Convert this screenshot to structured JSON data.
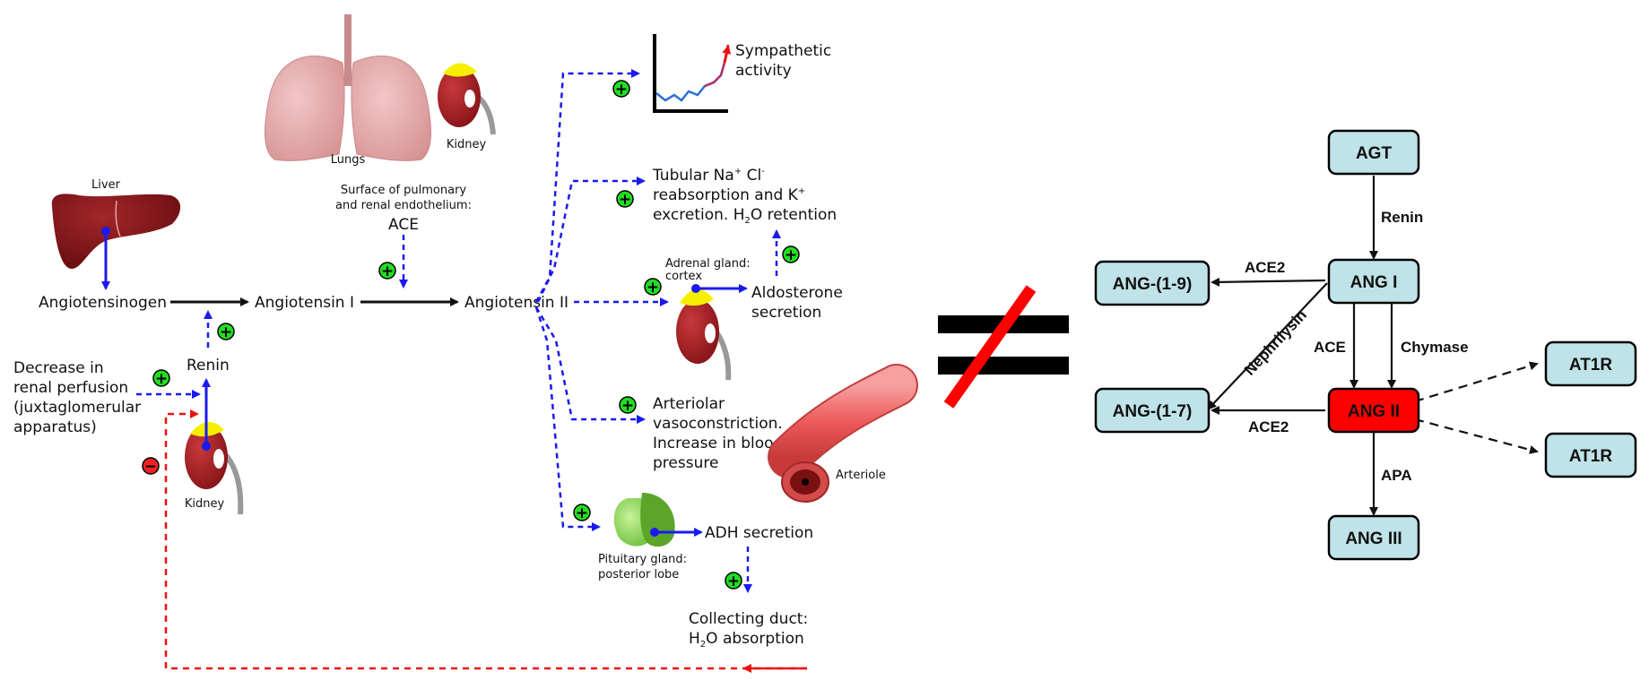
{
  "left": {
    "organs": {
      "liver": "Liver",
      "lungs": "Lungs",
      "kidney_top": "Kidney",
      "kidney_bottom": "Kidney",
      "arteriole": "Arteriole"
    },
    "angiotensinogen": "Angiotensinogen",
    "angiotensin_1": "Angiotensin I",
    "angiotensin_2": "Angiotensin II",
    "ace_note": [
      "Surface of pulmonary",
      "and renal endothelium:"
    ],
    "ace": "ACE",
    "renin": "Renin",
    "decrease": [
      "Decrease in",
      "renal perfusion",
      "(juxtaglomerular",
      "apparatus)"
    ],
    "sympathetic": [
      "Sympathetic",
      "activity"
    ],
    "tubular": {
      "line1": "Tubular Na",
      "line1_sup1": "+",
      "line1_mid": " Cl",
      "line1_sup2": "-",
      "line2": "reabsorption and K",
      "line2_sup": "+",
      "line3a": "excretion. H",
      "line3_sub": "2",
      "line3b": "O retention"
    },
    "adrenal": [
      "Adrenal gland:",
      "cortex"
    ],
    "aldosterone": [
      "Aldosterone",
      "secretion"
    ],
    "arteriolar": [
      "Arteriolar",
      "vasoconstriction.",
      "Increase in blood",
      "pressure"
    ],
    "pituitary": [
      "Pituitary gland:",
      "posterior lobe"
    ],
    "adh": "ADH secretion",
    "collecting": {
      "line1": "Collecting duct:",
      "line2a": "H",
      "line2_sub": "2",
      "line2b": "O absorption"
    },
    "plus_sign": "+",
    "minus_sign": "−"
  },
  "right": {
    "nodes": {
      "agt": "AGT",
      "ang1": "ANG I",
      "ang19": "ANG-(1-9)",
      "ang17": "ANG-(1-7)",
      "ang2": "ANG II",
      "ang3": "ANG III",
      "at1r_top": "AT1R",
      "at1r_bottom": "AT1R"
    },
    "edges": {
      "renin": "Renin",
      "ace2_top": "ACE2",
      "nephrilysin": "Nephrilysin",
      "ace": "ACE",
      "chymase": "Chymase",
      "ace2_bottom": "ACE2",
      "apa": "APA"
    }
  },
  "colors": {
    "node_fill": "#bfe3e8",
    "ang2_fill": "#ff0000",
    "blue_arrow": "#1a1aee",
    "red_arrow": "#ee1111",
    "plus_green": "#22dd22",
    "minus_red": "#ee2222",
    "liver": "#7a0f12",
    "kidney": "#a21a1e",
    "lungs": "#e0a8a8",
    "gland_yellow": "#f6f000",
    "pituitary": "#7fd640",
    "not_equal_red": "#ff0000"
  }
}
